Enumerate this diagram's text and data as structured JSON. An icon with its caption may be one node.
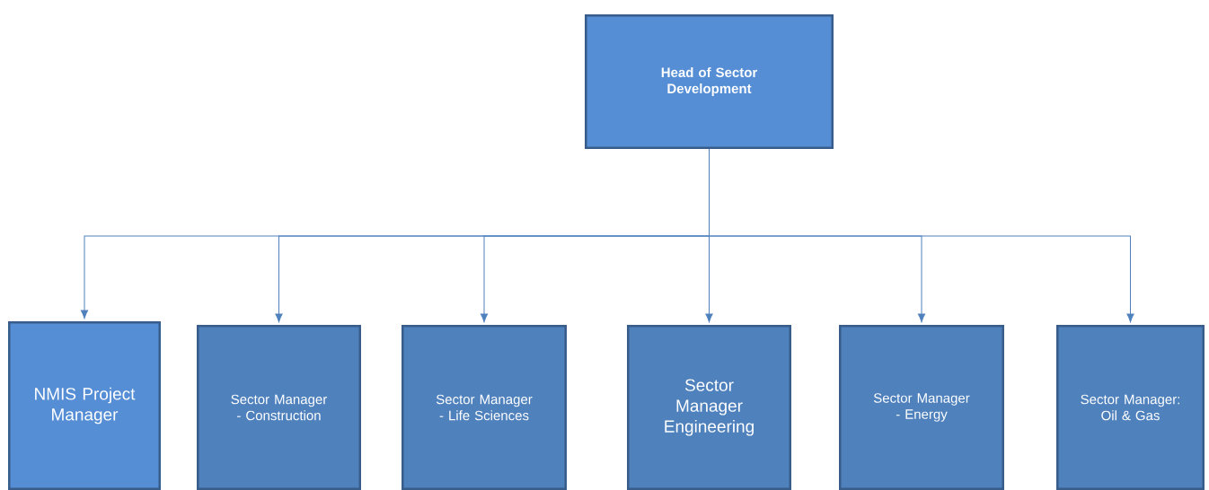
{
  "diagram": {
    "nodes": [
      {
        "text": [
          "Head of Sector Development"
        ]
      },
      {
        "text": [
          "NMIS Project Manager"
        ]
      },
      {
        "text": [
          "Sector Manager -  Construction"
        ]
      },
      {
        "text": [
          "Sector Manager - Life Sciences"
        ]
      },
      {
        "text": [
          "Sector Manager Engineering"
        ]
      },
      {
        "text": [
          "Sector Manager -  Energy"
        ]
      },
      {
        "text": [
          "Sector Manager: Oil & Gas"
        ]
      }
    ],
    "edges": [
      {
        "from": 0,
        "to": 1,
        "arrow": "to"
      },
      {
        "from": 0,
        "to": 2,
        "arrow": "to"
      },
      {
        "from": 0,
        "to": 3,
        "arrow": "to"
      },
      {
        "from": 0,
        "to": 4,
        "arrow": "to"
      },
      {
        "from": 0,
        "to": 5,
        "arrow": "to"
      },
      {
        "from": 0,
        "to": 6,
        "arrow": "to"
      }
    ]
  }
}
